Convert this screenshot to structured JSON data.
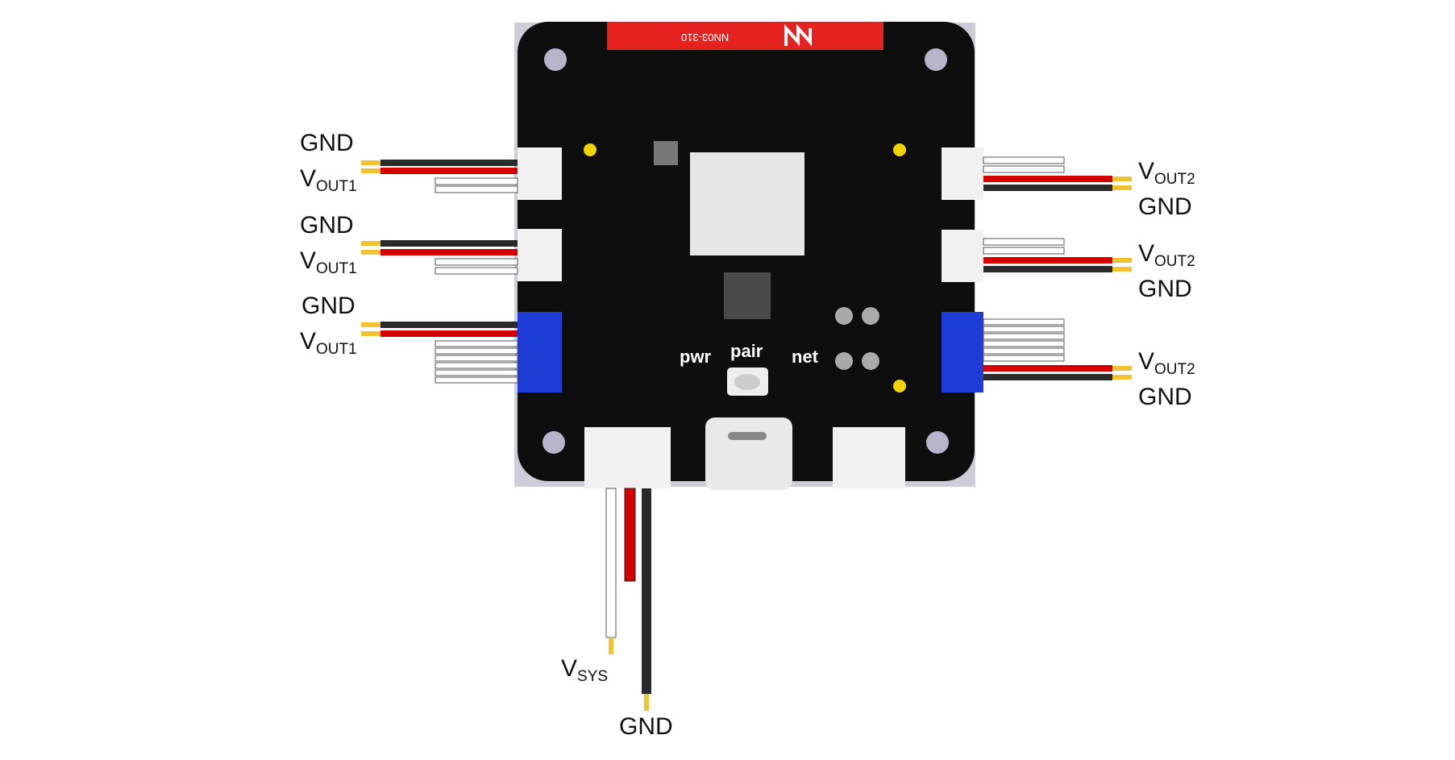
{
  "board": {
    "part_number": "NN03-310",
    "buttons": {
      "pwr": "pwr",
      "pair": "pair",
      "net": "net"
    }
  },
  "colors": {
    "pcb": "#0e0e0e",
    "antenna": "#e5221f",
    "connector_white": "#f1f1f1",
    "connector_blue": "#1e3cd6",
    "wire_red": "#d40000",
    "wire_black": "#2a2a2a",
    "wire_white": "#ffffff",
    "pin_gold": "#f2c230",
    "mount_hole": "#b8b4cc",
    "silver": "#e6e6e6"
  },
  "labels": {
    "left": [
      {
        "main": "GND",
        "sub": ""
      },
      {
        "main": "V",
        "sub": "OUT1"
      },
      {
        "main": "GND",
        "sub": ""
      },
      {
        "main": "V",
        "sub": "OUT1"
      },
      {
        "main": "GND",
        "sub": ""
      },
      {
        "main": "V",
        "sub": "OUT1"
      }
    ],
    "right": [
      {
        "main": "V",
        "sub": "OUT2"
      },
      {
        "main": "GND",
        "sub": ""
      },
      {
        "main": "V",
        "sub": "OUT2"
      },
      {
        "main": "GND",
        "sub": ""
      },
      {
        "main": "V",
        "sub": "OUT2"
      },
      {
        "main": "GND",
        "sub": ""
      }
    ],
    "bottom": [
      {
        "main": "V",
        "sub": "SYS"
      },
      {
        "main": "GND",
        "sub": ""
      }
    ]
  }
}
